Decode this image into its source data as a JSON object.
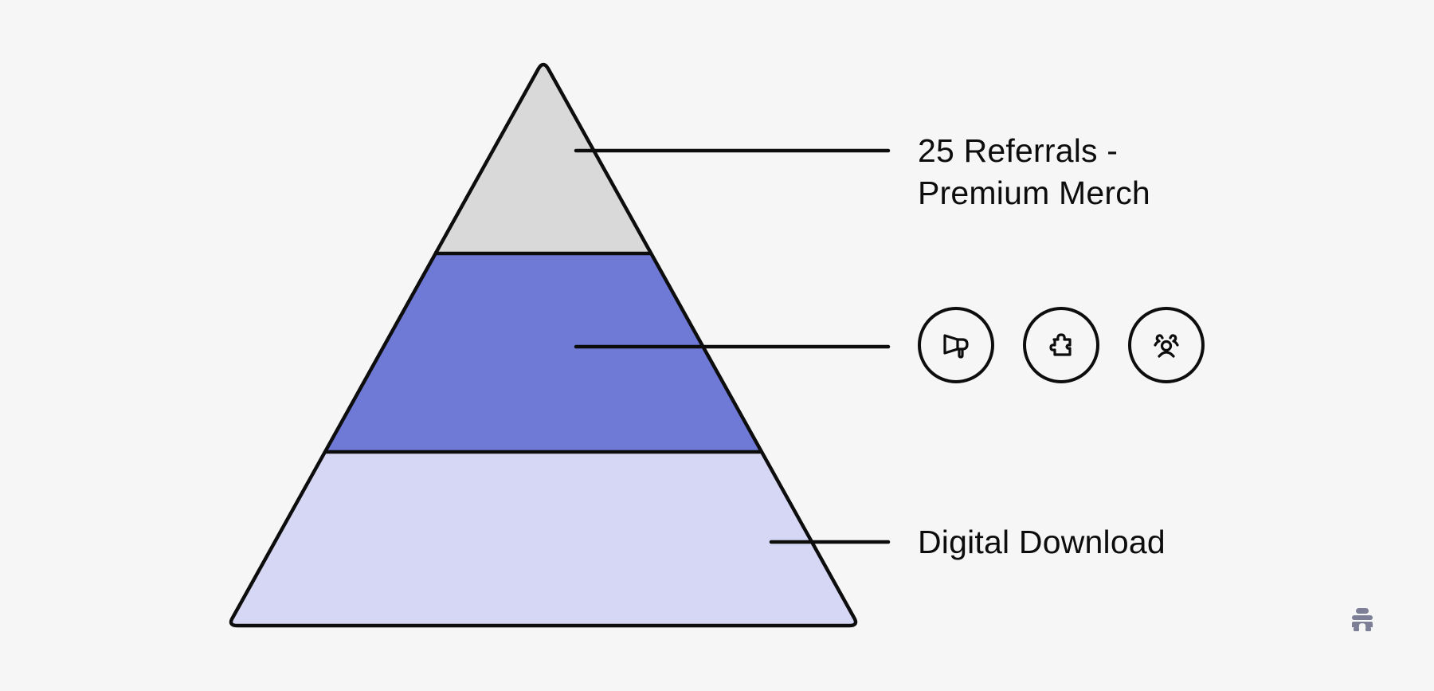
{
  "diagram": {
    "type": "pyramid",
    "tiers": [
      {
        "position": "top",
        "fill": "#d9d9d9",
        "label_lines": [
          "25 Referrals -",
          "Premium Merch"
        ]
      },
      {
        "position": "middle",
        "fill": "#6f79d6",
        "icons": [
          "megaphone-icon",
          "puzzle-piece-icon",
          "users-group-icon"
        ]
      },
      {
        "position": "bottom",
        "fill": "#d5d7f5",
        "label": "Digital Download"
      }
    ],
    "stroke_color": "#0d0d0d",
    "background": "#f6f6f6"
  },
  "labels": {
    "top_line1": "25 Referrals -",
    "top_line2": "Premium Merch",
    "bottom": "Digital Download"
  },
  "icons": {
    "middle": [
      {
        "name": "megaphone-icon"
      },
      {
        "name": "puzzle-piece-icon"
      },
      {
        "name": "users-group-icon"
      }
    ],
    "watermark": {
      "name": "beehive-logo-icon",
      "color": "#7c7f95"
    }
  }
}
